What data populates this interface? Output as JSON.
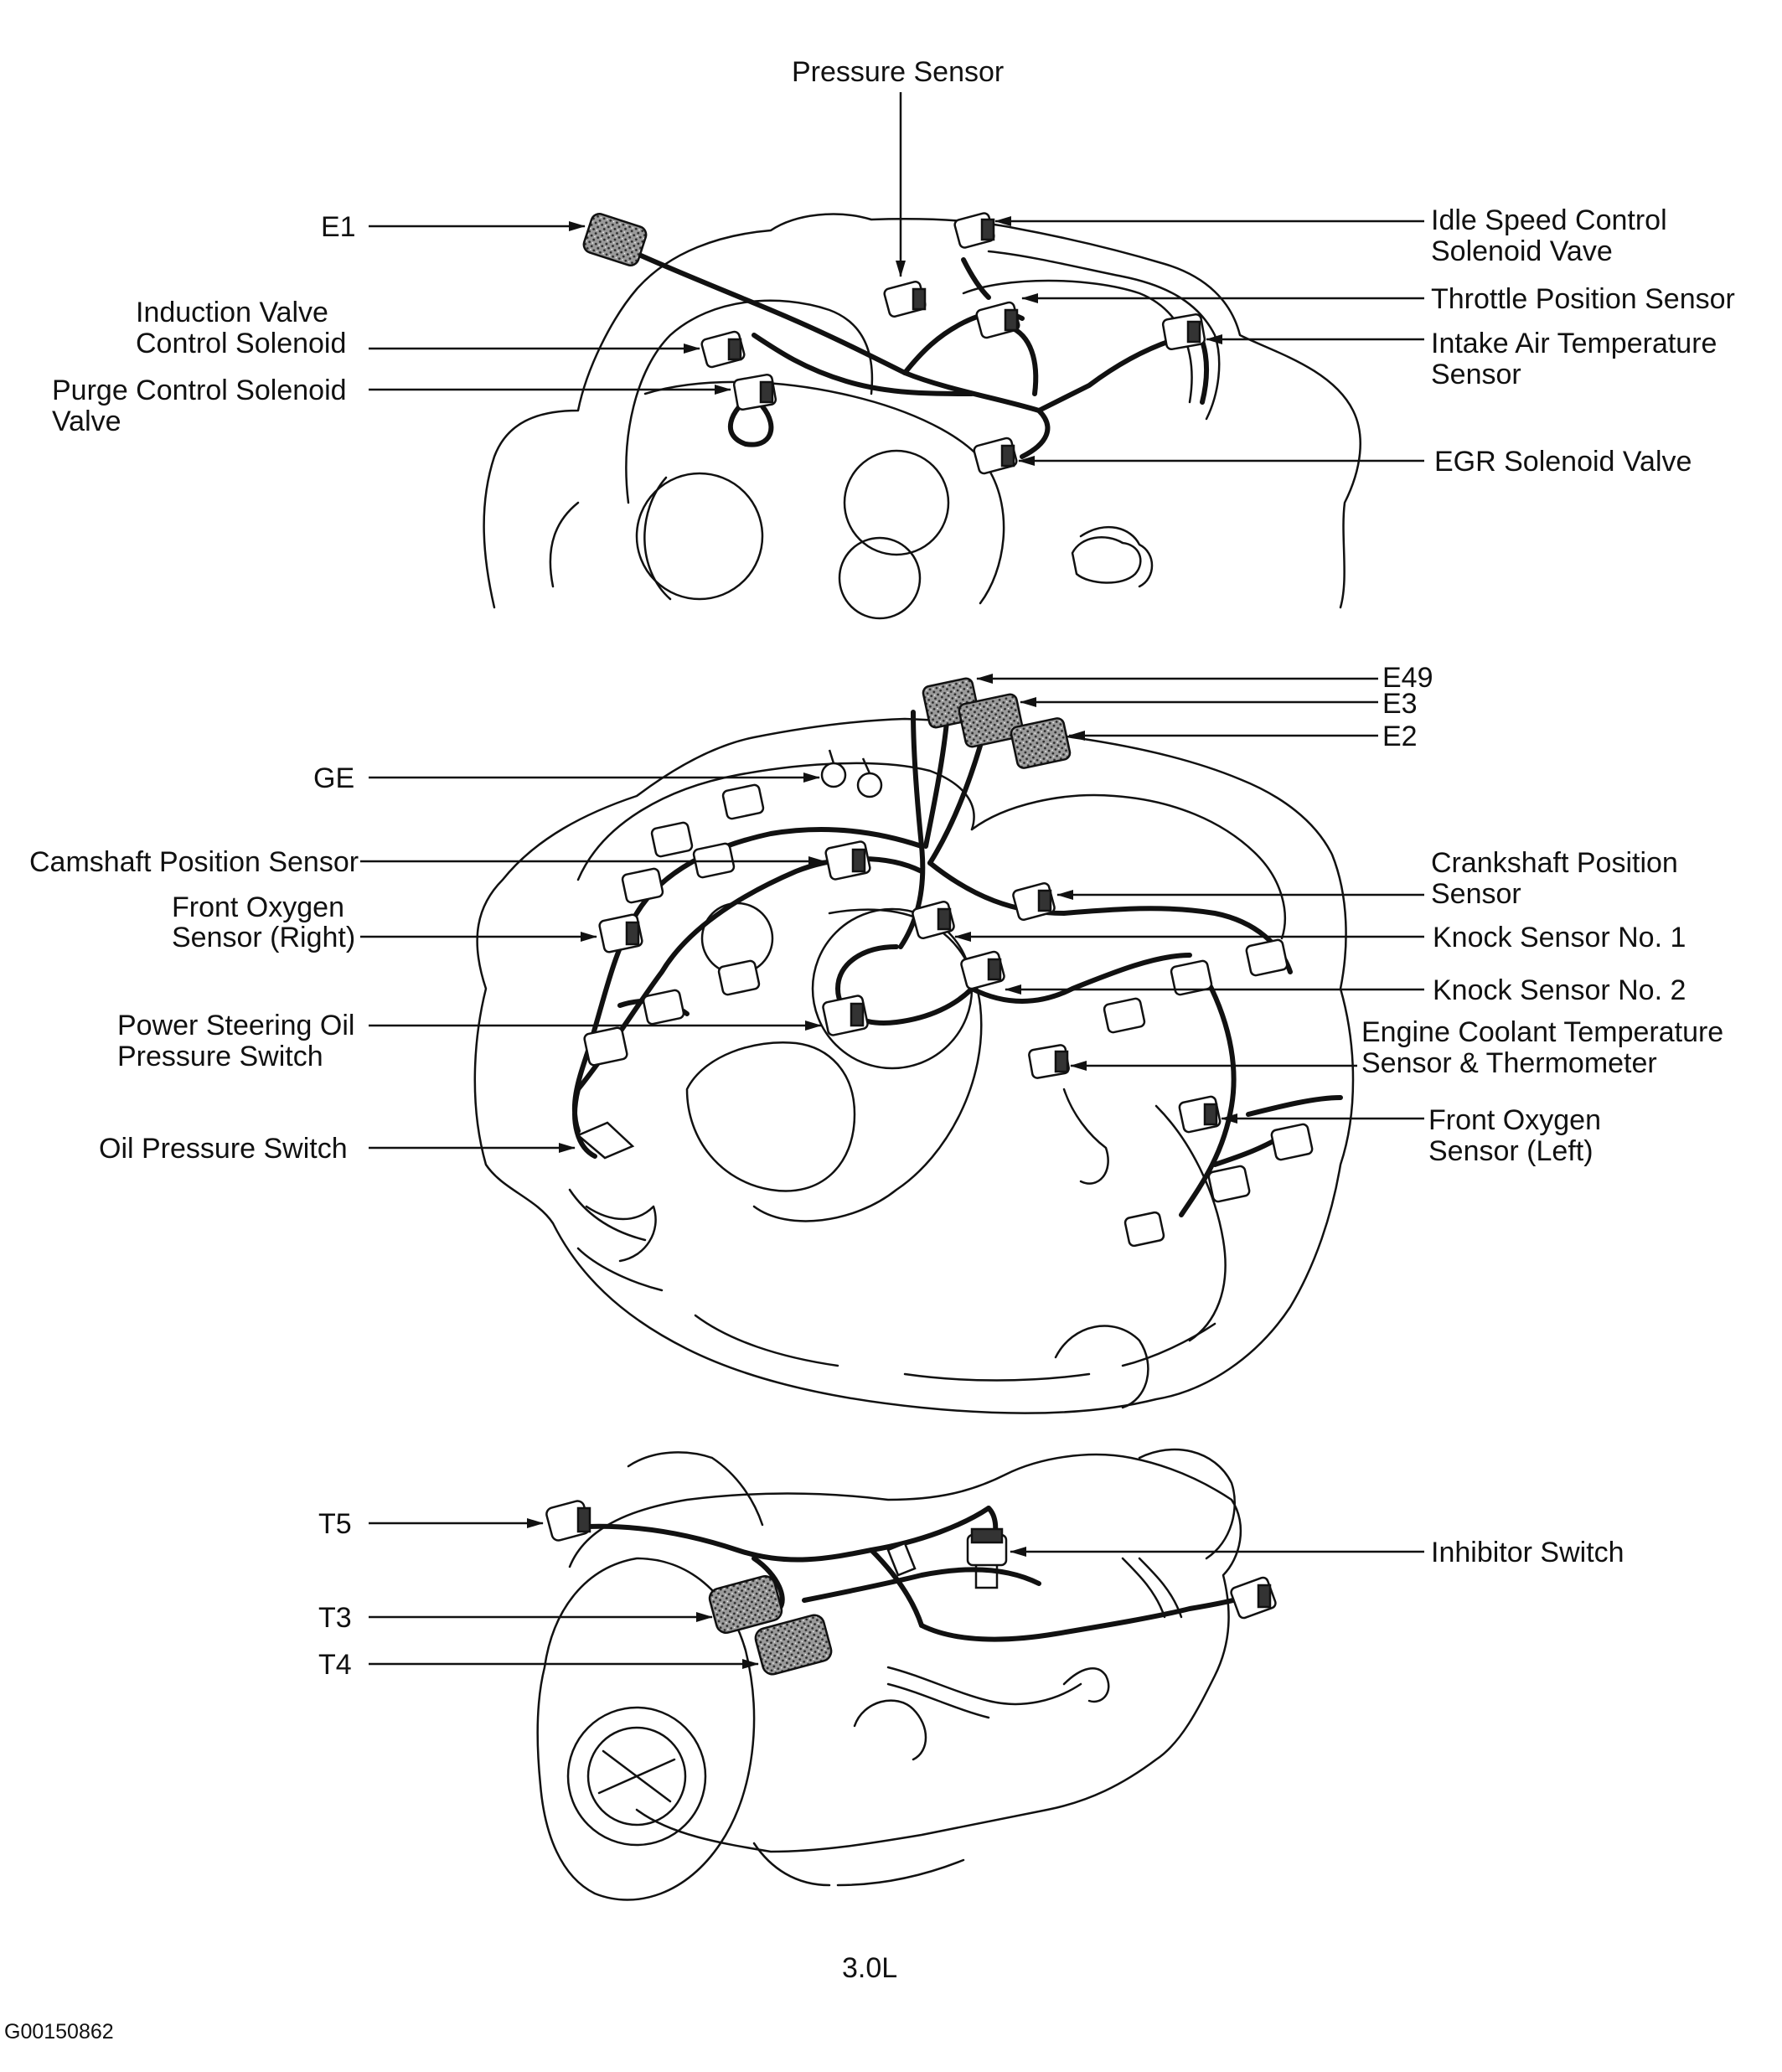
{
  "figure": {
    "caption": "3.0L",
    "figure_id": "G00150862"
  },
  "panels": [
    {
      "name": "top",
      "labels": [
        {
          "id": "pressure-sensor",
          "text": "Pressure Sensor"
        },
        {
          "id": "e1",
          "text": "E1"
        },
        {
          "id": "induction-valve-control-solenoid",
          "lines": [
            "Induction Valve",
            "Control Solenoid"
          ]
        },
        {
          "id": "purge-control-solenoid-valve",
          "lines": [
            "Purge Control Solenoid",
            "Valve"
          ]
        },
        {
          "id": "idle-speed-control-solenoid-vave",
          "lines": [
            "Idle Speed Control",
            "Solenoid Vave"
          ]
        },
        {
          "id": "throttle-position-sensor",
          "text": "Throttle Position Sensor"
        },
        {
          "id": "intake-air-temperature-sensor",
          "lines": [
            "Intake Air Temperature",
            "Sensor"
          ]
        },
        {
          "id": "egr-solenoid-valve",
          "text": "EGR Solenoid Valve"
        }
      ]
    },
    {
      "name": "middle",
      "labels": [
        {
          "id": "e49",
          "text": "E49"
        },
        {
          "id": "e3",
          "text": "E3"
        },
        {
          "id": "e2",
          "text": "E2"
        },
        {
          "id": "ge",
          "text": "GE"
        },
        {
          "id": "camshaft-position-sensor",
          "text": "Camshaft Position Sensor"
        },
        {
          "id": "front-oxygen-sensor-right",
          "lines": [
            "Front Oxygen",
            "Sensor (Right)"
          ]
        },
        {
          "id": "power-steering-oil-pressure-switch",
          "lines": [
            "Power Steering Oil",
            "Pressure Switch"
          ]
        },
        {
          "id": "oil-pressure-switch",
          "text": "Oil Pressure Switch"
        },
        {
          "id": "crankshaft-position-sensor",
          "lines": [
            "Crankshaft Position",
            "Sensor"
          ]
        },
        {
          "id": "knock-sensor-no-1",
          "text": "Knock Sensor No. 1"
        },
        {
          "id": "knock-sensor-no-2",
          "text": "Knock Sensor No. 2"
        },
        {
          "id": "engine-coolant-temperature-sensor",
          "lines": [
            "Engine Coolant Temperature",
            "Sensor & Thermometer"
          ]
        },
        {
          "id": "front-oxygen-sensor-left",
          "lines": [
            "Front Oxygen",
            "Sensor (Left)"
          ]
        }
      ]
    },
    {
      "name": "bottom",
      "labels": [
        {
          "id": "t5",
          "text": "T5"
        },
        {
          "id": "t3",
          "text": "T3"
        },
        {
          "id": "t4",
          "text": "T4"
        },
        {
          "id": "inhibitor-switch",
          "text": "Inhibitor Switch"
        }
      ]
    }
  ]
}
